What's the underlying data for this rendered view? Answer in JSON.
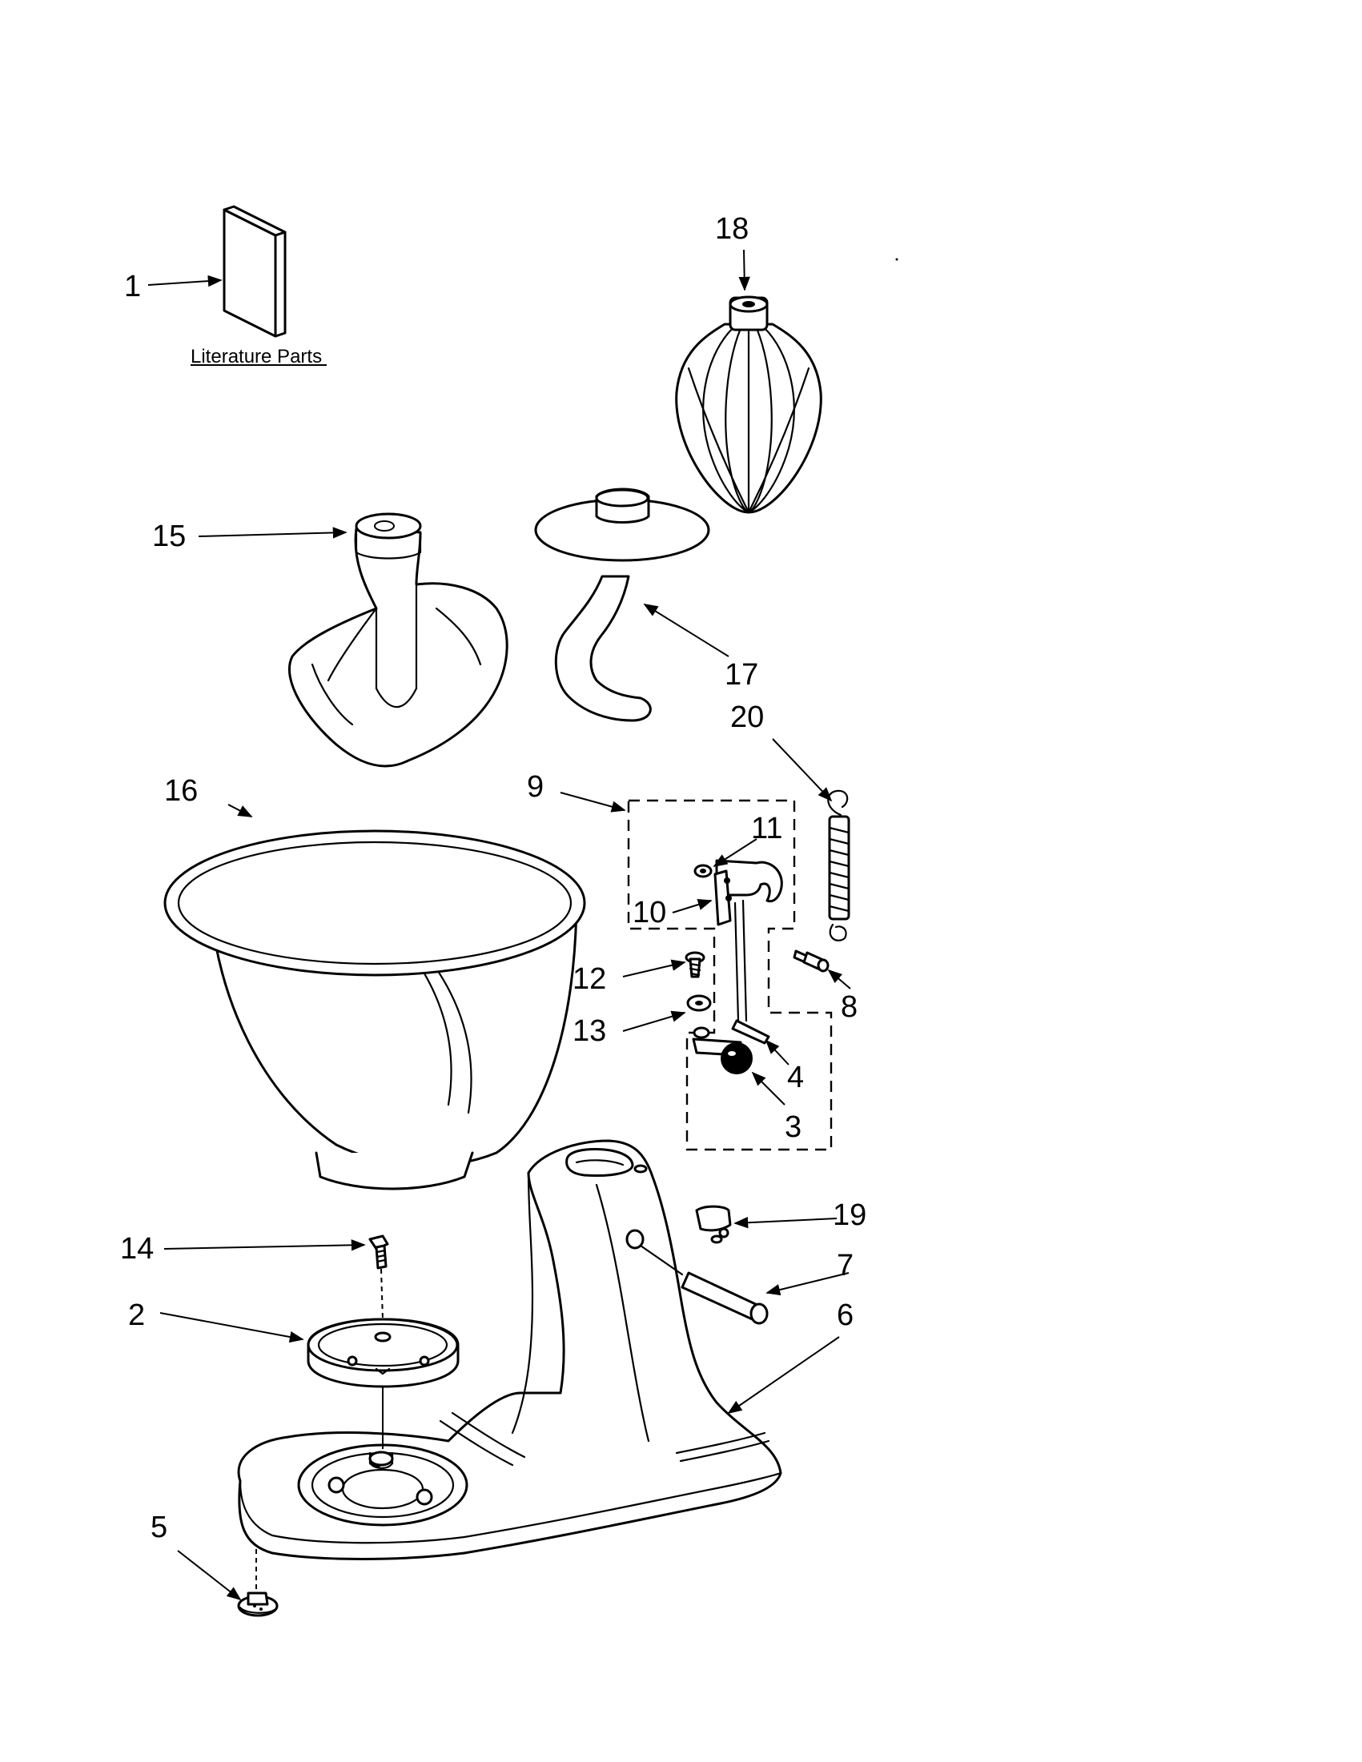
{
  "literature": {
    "caption": "Literature Parts"
  },
  "callouts": [
    {
      "id": "1",
      "text": "1"
    },
    {
      "id": "2",
      "text": "2"
    },
    {
      "id": "3",
      "text": "3"
    },
    {
      "id": "4",
      "text": "4"
    },
    {
      "id": "5",
      "text": "5"
    },
    {
      "id": "6",
      "text": "6"
    },
    {
      "id": "7",
      "text": "7"
    },
    {
      "id": "8",
      "text": "8"
    },
    {
      "id": "9",
      "text": "9"
    },
    {
      "id": "10",
      "text": "10"
    },
    {
      "id": "11",
      "text": "11"
    },
    {
      "id": "12",
      "text": "12"
    },
    {
      "id": "13",
      "text": "13"
    },
    {
      "id": "14",
      "text": "14"
    },
    {
      "id": "15",
      "text": "15"
    },
    {
      "id": "16",
      "text": "16"
    },
    {
      "id": "17",
      "text": "17"
    },
    {
      "id": "18",
      "text": "18"
    },
    {
      "id": "19",
      "text": "19"
    },
    {
      "id": "20",
      "text": "20"
    }
  ]
}
